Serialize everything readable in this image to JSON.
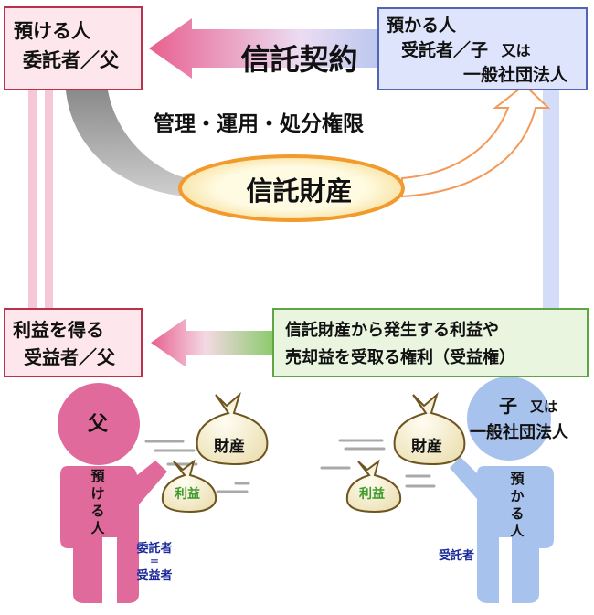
{
  "settlor_box": {
    "line1": "預ける人",
    "line2": "委託者／父"
  },
  "trustee_box": {
    "line1": "預かる人",
    "line2": "受託者／子",
    "or": "又は",
    "line3": "一般社団法人"
  },
  "contract": "信託契約",
  "powers": "管理・運用・処分権限",
  "trust_property": "信託財産",
  "beneficiary_box": {
    "line1": "利益を得る",
    "line2": "受益者／父"
  },
  "beneficial_right": {
    "line1": "信託財産から発生する利益や",
    "line2": "売却益を受取る権利（受益権）"
  },
  "father_figure": {
    "name": "父",
    "role_vertical": "預ける人",
    "role_line1": "委託者",
    "equals": "＝",
    "role_line2": "受益者"
  },
  "child_figure": {
    "name": "子",
    "or": "又は",
    "alt_name": "一般社団法人",
    "role_vertical": "預かる人",
    "role": "受託者"
  },
  "bags": {
    "property": "財産",
    "profit": "利益"
  },
  "colors": {
    "pink": "#e06a9c",
    "pink_dark": "#b8324d",
    "blue": "#a8c2ee",
    "blue_dark": "#5364b4",
    "green": "#5fa544",
    "bag": "#f8efd0",
    "bag_stroke": "#6e5520",
    "profit_text": "#3f9a2c",
    "role_text": "#1a2a9a"
  }
}
